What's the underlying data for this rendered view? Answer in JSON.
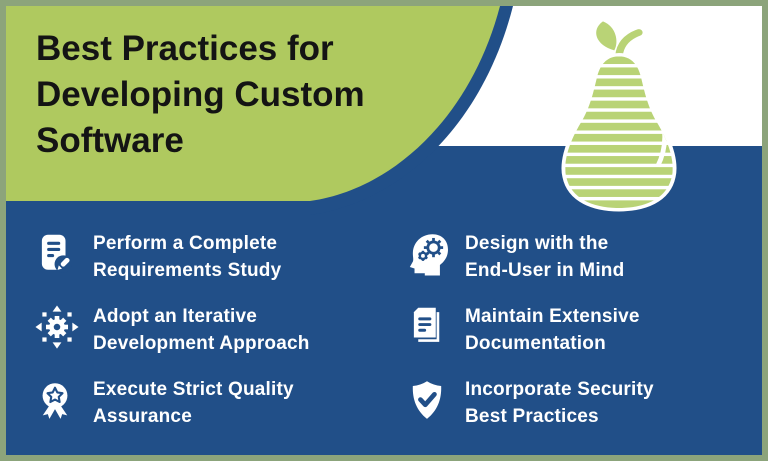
{
  "colors": {
    "frame_border": "#8CA47B",
    "header_green": "#AFC95F",
    "background_blue": "#214F88",
    "band_white": "#FFFFFF",
    "pear_green": "#B9D376",
    "title_text": "#141414",
    "item_text": "#FFFFFF"
  },
  "header": {
    "title_lines": [
      "Best Practices for",
      "Developing Custom",
      "Software"
    ]
  },
  "logo": {
    "name": "striped-pear-logo"
  },
  "items": [
    {
      "icon": "requirements-note-pen-icon",
      "lines": [
        "Perform a Complete",
        "Requirements Study"
      ]
    },
    {
      "icon": "iterative-gear-arrows-icon",
      "lines": [
        "Adopt an Iterative",
        "Development Approach"
      ]
    },
    {
      "icon": "quality-award-ribbon-icon",
      "lines": [
        "Execute Strict Quality",
        "Assurance"
      ]
    },
    {
      "icon": "end-user-head-gears-icon",
      "lines": [
        "Design with the",
        "End-User in Mind"
      ]
    },
    {
      "icon": "documentation-pages-icon",
      "lines": [
        "Maintain Extensive",
        "Documentation"
      ]
    },
    {
      "icon": "security-shield-check-icon",
      "lines": [
        "Incorporate Security",
        "Best Practices"
      ]
    }
  ]
}
